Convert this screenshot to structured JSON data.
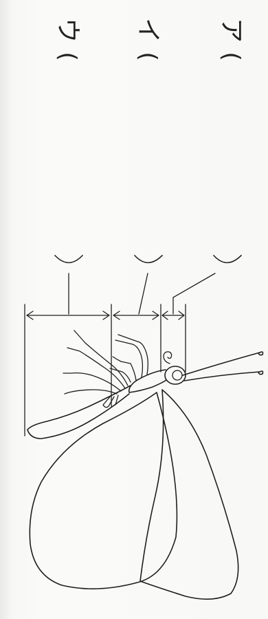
{
  "questions": {
    "a": {
      "label": "ア",
      "paren": "("
    },
    "i": {
      "label": "イ",
      "paren": "("
    },
    "u": {
      "label": "ウ",
      "paren": "("
    }
  },
  "figure": {
    "subject": "butterfly-outline",
    "parts": [
      "head",
      "thorax",
      "abdomen",
      "wings",
      "legs",
      "antennae",
      "proboscis"
    ]
  }
}
